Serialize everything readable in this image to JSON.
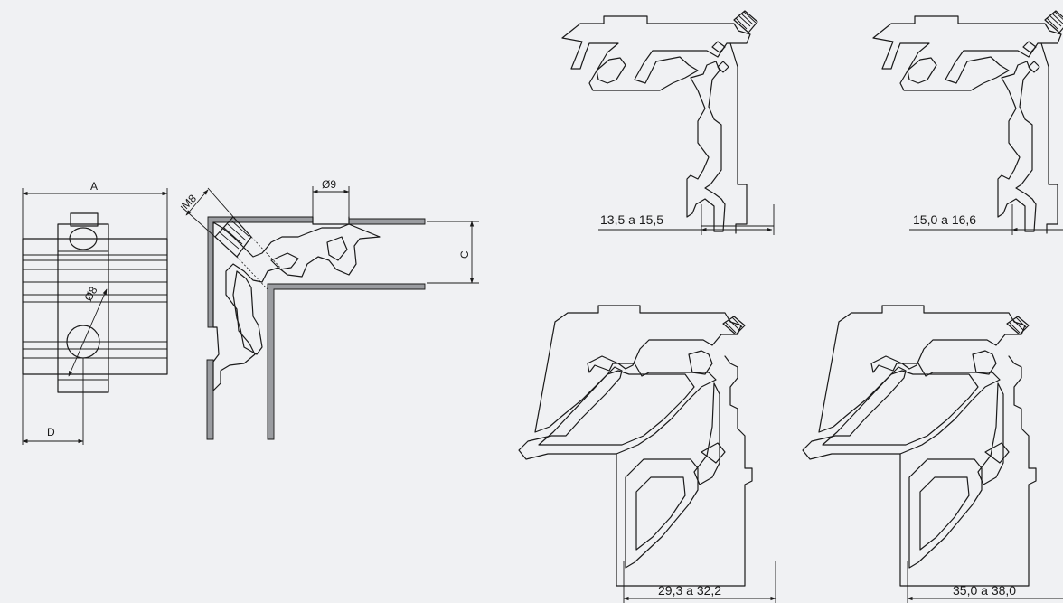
{
  "dimensions": {
    "a": "A",
    "d": "D",
    "phi8": "Ø8",
    "m8": "M8",
    "phi9": "Ø9",
    "c": "C"
  },
  "ranges": {
    "r1": "13,5 a 15,5",
    "r2": "15,0 a 16,6",
    "r3": "29,3 a 32,2",
    "r4": "35,0 a 38,0"
  },
  "colors": {
    "background": "#f0f1f3",
    "line": "#1a1a1a",
    "fill_grey": "#9a9ca0"
  }
}
